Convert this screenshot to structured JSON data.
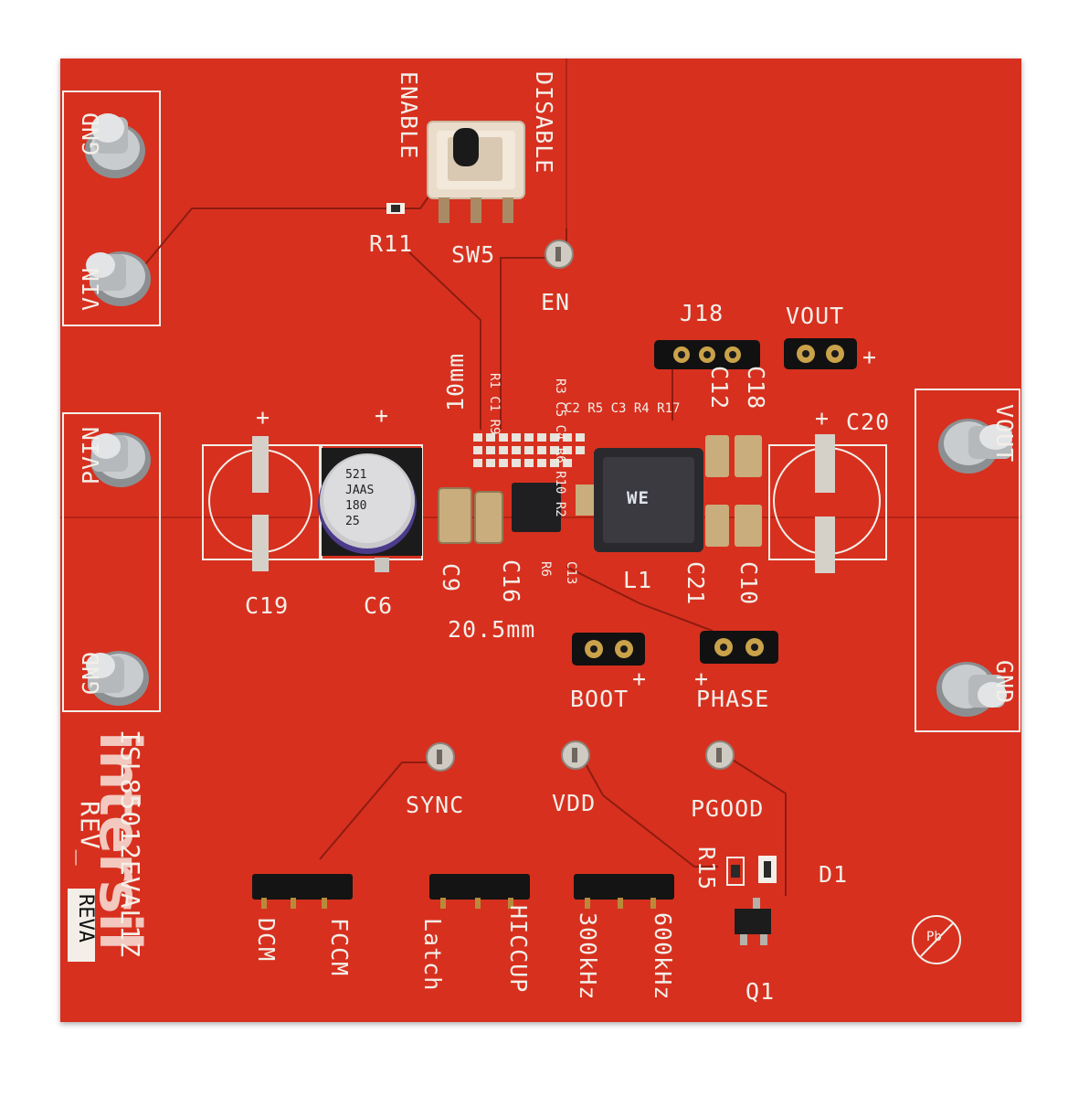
{
  "board": {
    "brand_logo": "intersil",
    "part_number": "ISL85012EVAL1Z",
    "revision_prefix": "REV_",
    "revision": "REVA"
  },
  "labels": {
    "gnd_top": "GND",
    "vin": "VIN",
    "pvin": "PVIN",
    "gnd_bottom": "GND",
    "vout_right": "VOUT",
    "gnd_right": "GND",
    "enable": "ENABLE",
    "disable": "DISABLE",
    "r11": "R11",
    "sw5": "SW5",
    "en": "EN",
    "j18": "J18",
    "vout": "VOUT",
    "c12": "C12",
    "c18": "C18",
    "c20": "C20",
    "c19": "C19",
    "c6": "C6",
    "c9": "C9",
    "c16": "C16",
    "l1": "L1",
    "c21": "C21",
    "c10": "C10",
    "dim_10mm": "10mm",
    "dim_205mm": "20.5mm",
    "boot": "BOOT",
    "phase": "PHASE",
    "sync": "SYNC",
    "vdd": "VDD",
    "pgood": "PGOOD",
    "r15": "R15",
    "d1": "D1",
    "q1": "Q1",
    "dcm": "DCM",
    "fccm": "FCCM",
    "latch": "Latch",
    "hiccup": "HICCUP",
    "f300": "300kHz",
    "f600": "600kHz",
    "plus": "+",
    "small_refs_a": "R1 C1 R9",
    "small_refs_b": "R3 C5 C4 R6 R10 R2",
    "small_refs_c": "C2  R5 C3  R4 R17",
    "r6_label": "R6",
    "c13_label": "C13",
    "cap_marking": "521 JAAS 180 25",
    "inductor_logo": "WE",
    "pb_free": "Pb"
  }
}
